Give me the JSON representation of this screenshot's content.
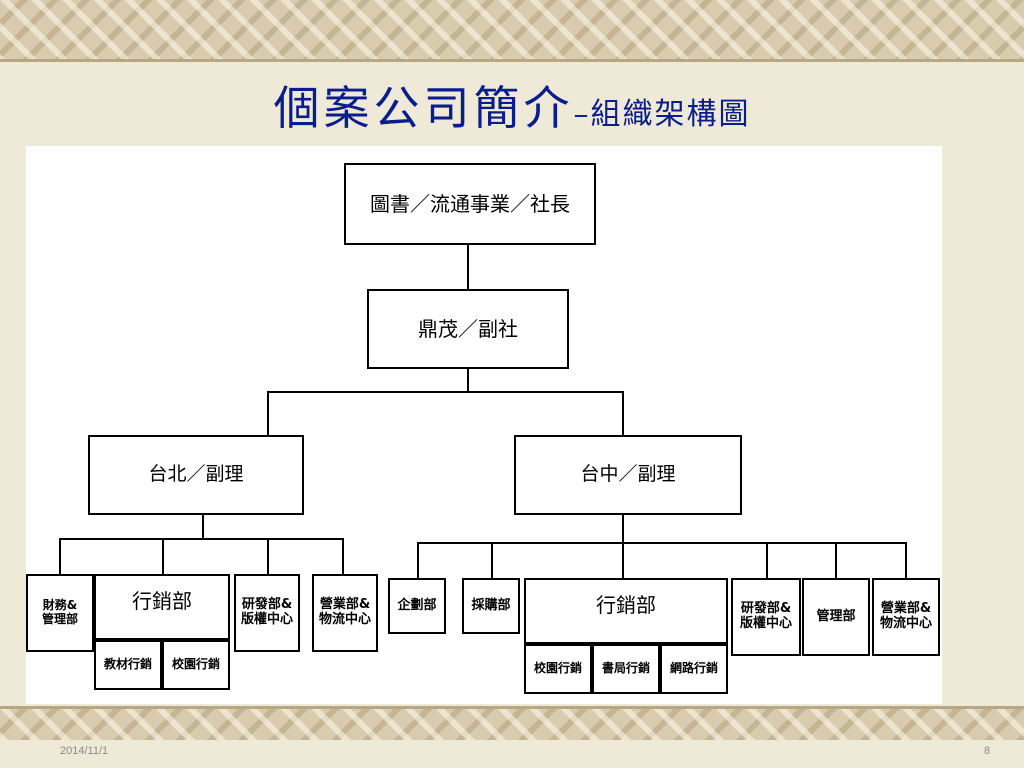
{
  "slide": {
    "title_main": "個案公司簡介",
    "title_sub": "–組織架構圖",
    "date": "2014/11/1",
    "page_number": "8"
  },
  "org": {
    "president": "圖書／流通事業／社長",
    "vice_president": "鼎茂／副社",
    "taipei": {
      "manager": "台北／副理",
      "finance": "財務&\n管理部",
      "marketing": "行銷部",
      "marketing_textbook": "教材行銷",
      "marketing_campus": "校園行銷",
      "rnd": "研發部&\n版權中心",
      "sales": "營業部&\n物流中心"
    },
    "taichung": {
      "manager": "台中／副理",
      "planning": "企劃部",
      "purchasing": "採購部",
      "marketing": "行銷部",
      "marketing_campus": "校園行銷",
      "marketing_bookstore": "書局行銷",
      "marketing_online": "網路行銷",
      "rnd": "研發部&\n版權中心",
      "management": "管理部",
      "sales": "營業部&\n物流中心"
    }
  }
}
